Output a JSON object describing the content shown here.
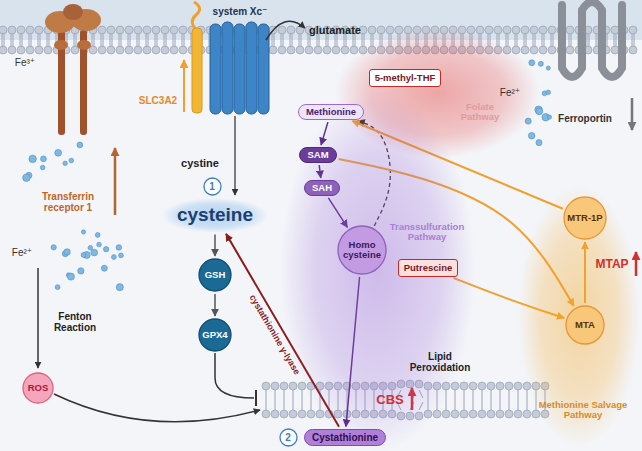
{
  "diagram": {
    "nodes": [
      {
        "text": [
          "Folate Pathway"
        ]
      },
      {
        "text": [
          "5-methyl-THF"
        ],
        "in": 0
      },
      {
        "text": [
          "Transsulfuration Pathway"
        ]
      },
      {
        "text": [
          "Methionine"
        ],
        "in": 2
      },
      {
        "text": [
          "SAM"
        ],
        "in": 2
      },
      {
        "text": [
          "SAH"
        ],
        "in": 2
      },
      {
        "text": [
          "Homo cysteine"
        ],
        "in": 2
      },
      {
        "text": [
          "Cystathionine"
        ],
        "in": 2
      },
      {
        "text": [
          "1"
        ]
      },
      {
        "text": [
          "cysteine"
        ]
      },
      {
        "text": [
          "GSH"
        ]
      },
      {
        "text": [
          "GPX4"
        ]
      },
      {
        "text": [
          "ROS"
        ]
      },
      {
        "text": [
          "2"
        ]
      },
      {
        "text": [
          "Putrescine"
        ]
      },
      {
        "text": [
          "Methionine Salvage Pathway"
        ]
      },
      {
        "text": [
          "MTR-1P"
        ],
        "in": 15
      },
      {
        "text": [
          "MTA"
        ],
        "in": 15
      }
    ],
    "edges": [
      {
        "from": 3,
        "to": 4,
        "arrow": "to"
      },
      {
        "from": 4,
        "to": 5,
        "arrow": "to"
      },
      {
        "from": 5,
        "to": 6,
        "arrow": "to"
      },
      {
        "from": 6,
        "to": 3,
        "arrow": "to"
      },
      {
        "from": 6,
        "to": 7,
        "arrow": "to"
      },
      {
        "from": 7,
        "to": 9,
        "arrow": "to",
        "label": "cystathionine γ-lyase"
      },
      {
        "from": 9,
        "to": 10,
        "arrow": "to"
      },
      {
        "from": 10,
        "to": 11,
        "arrow": "to"
      },
      {
        "from": 4,
        "to": 17,
        "arrow": "to"
      },
      {
        "from": 14,
        "to": 17,
        "arrow": "to"
      },
      {
        "from": 17,
        "to": 16,
        "arrow": "to"
      },
      {
        "from": 16,
        "to": 3,
        "arrow": "to"
      }
    ],
    "labels": [
      "Fe³⁺",
      "SLC3A2",
      "system Xc⁻",
      "glutamate",
      "Transferrin receptor 1",
      "cystine",
      "Fe²⁺",
      "Fenton Reaction",
      "CBS",
      "MTAP",
      "Lipid Peroxidation",
      "Fe²⁺",
      "Ferroportin"
    ]
  }
}
